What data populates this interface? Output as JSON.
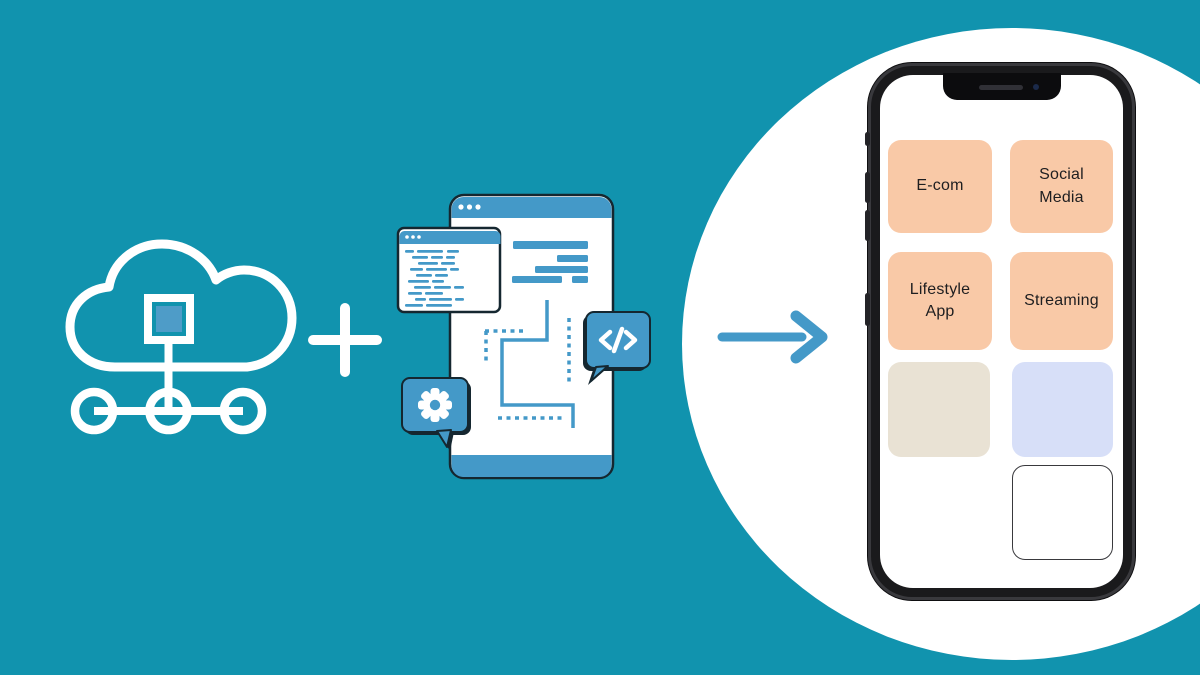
{
  "colors": {
    "teal-bg": "#1193AE",
    "accent": "#4499C8",
    "node-fill": "#4E9CC8",
    "outline-dark": "#152730",
    "peach": "#F9C9A7",
    "beige": "#E9E2D4",
    "lavender": "#D7DFF8",
    "phone-frame": "#1A1A1C",
    "tile-text": "#1E1E20"
  },
  "icons": {
    "left": "cloud-network-icon",
    "middle": "app-development-tablet-illustration",
    "middle_badges": [
      "gear-icon",
      "code-tag-icon"
    ],
    "operator": "plus-icon",
    "connector": "arrow-right-icon",
    "result": "smartphone-mockup"
  },
  "phone": {
    "tiles": [
      {
        "label": "E-com",
        "style": "peach"
      },
      {
        "label": "Social Media",
        "style": "peach"
      },
      {
        "label": "Lifestyle App",
        "style": "peach"
      },
      {
        "label": "Streaming",
        "style": "peach"
      },
      {
        "label": "",
        "style": "beige"
      },
      {
        "label": "",
        "style": "lavender"
      },
      {
        "label": "",
        "style": "outline"
      }
    ]
  }
}
